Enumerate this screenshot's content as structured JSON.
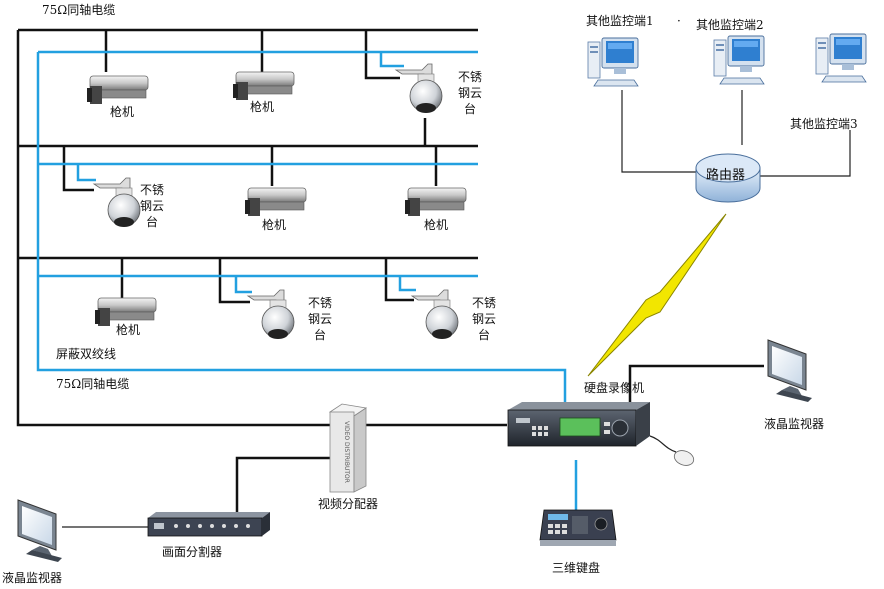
{
  "labels": {
    "coax_top": "75Ω同轴电缆",
    "coax_bottom": "75Ω同轴电缆",
    "twisted_pair": "屏蔽双绞线",
    "gun": "枪机",
    "ptz_1": "不锈",
    "ptz_2": "钢云",
    "ptz_3": "台",
    "client1": "其他监控端1",
    "client2": "其他监控端2",
    "client3": "其他监控端3",
    "dot": "·",
    "router": "路由器",
    "dvr": "硬盘录像机",
    "lcd_right": "液晶监视器",
    "lcd_left": "液晶监视器",
    "distributor": "视频分配器",
    "splitter": "画面分割器",
    "keyboard": "三维键盘",
    "distributor_text": "VIDEO DISTRIBUTOR"
  },
  "colors": {
    "coax_line": "#111111",
    "twisted_pair_line": "#22a0e0",
    "lightning": "#f2e600",
    "router_fill": "#c8dcf2"
  },
  "icons": {
    "gun_camera": "bullet-camera-icon",
    "ptz_camera": "dome-camera-icon",
    "computer": "computer-icon",
    "monitor": "lcd-monitor-icon"
  }
}
